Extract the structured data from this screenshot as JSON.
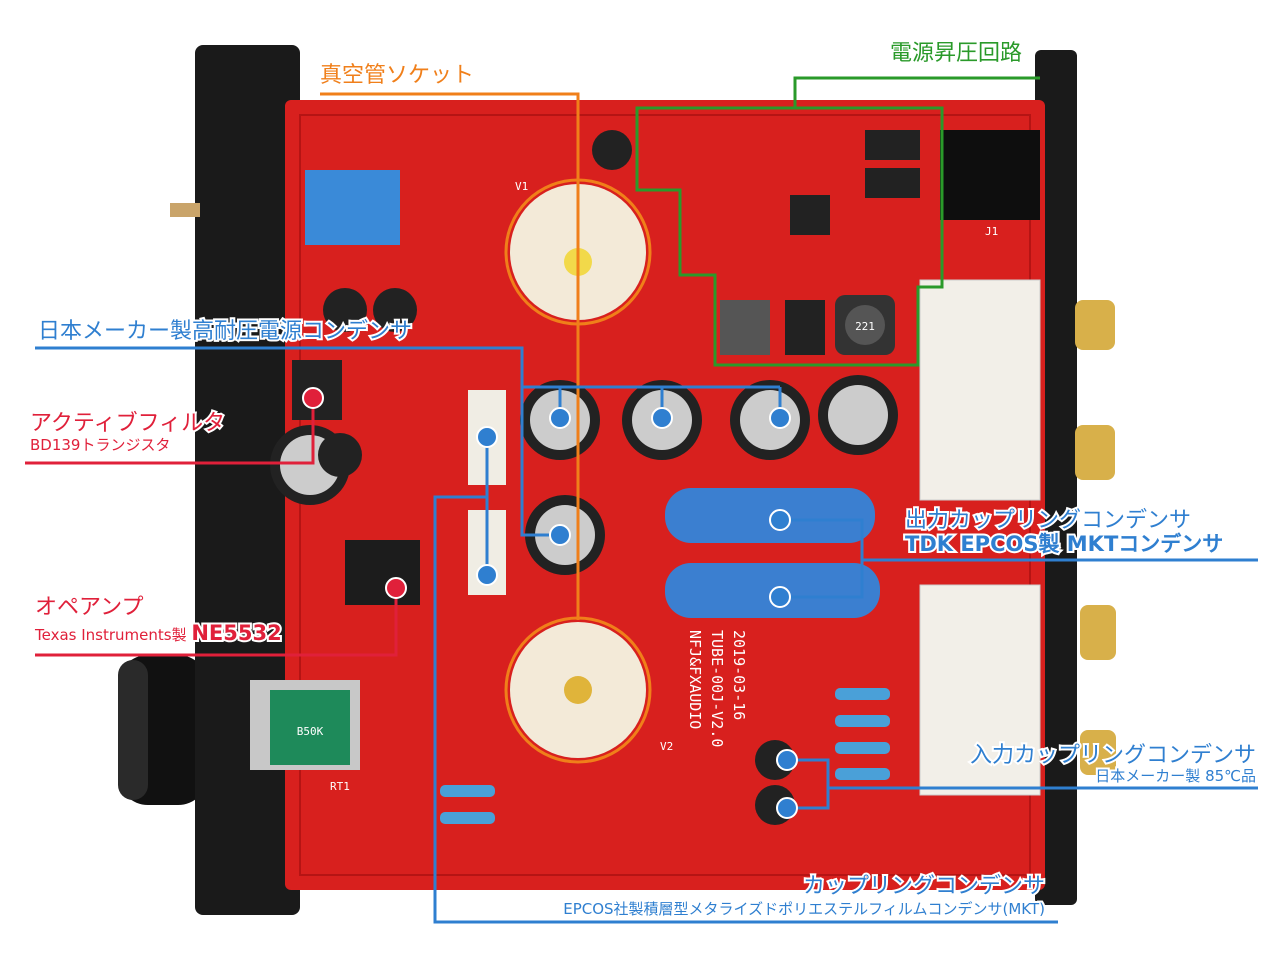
{
  "colors": {
    "orange": "#f07f1a",
    "green": "#2a9a2a",
    "blue": "#2f7fd0",
    "red": "#e0203a",
    "board": "#d8201e",
    "panel": "#1a1a1a"
  },
  "labels": {
    "tube_socket": "真空管ソケット",
    "power_boost": "電源昇圧回路",
    "power_caps": "日本メーカー製高耐圧電源コンデンサ",
    "active_filter": "アクティブフィルタ",
    "active_filter_sub": "BD139トランジスタ",
    "opamp": "オペアンプ",
    "opamp_sub_prefix": "Texas Instruments製",
    "opamp_sub_part": "NE5532",
    "output_caps": "出力カップリングコンデンサ",
    "output_caps_sub": "TDK EPCOS製 MKTコンデンサ",
    "input_caps": "入力カップリングコンデンサ",
    "input_caps_sub": "日本メーカー製 85℃品",
    "coupling_caps": "カップリングコンデンサ",
    "coupling_caps_sub": "EPCOS社製積層型メタライズドポリエステルフィルムコンデンサ(MKT)"
  },
  "board_silk": {
    "brand": "NFJ&FXAUDIO",
    "model": "TUBE-00J-V2.0",
    "date": "2019-03-16",
    "inductor": "221",
    "pot": "B50K",
    "v1": "V1",
    "v2": "V2",
    "j1": "J1",
    "rt1": "RT1"
  }
}
